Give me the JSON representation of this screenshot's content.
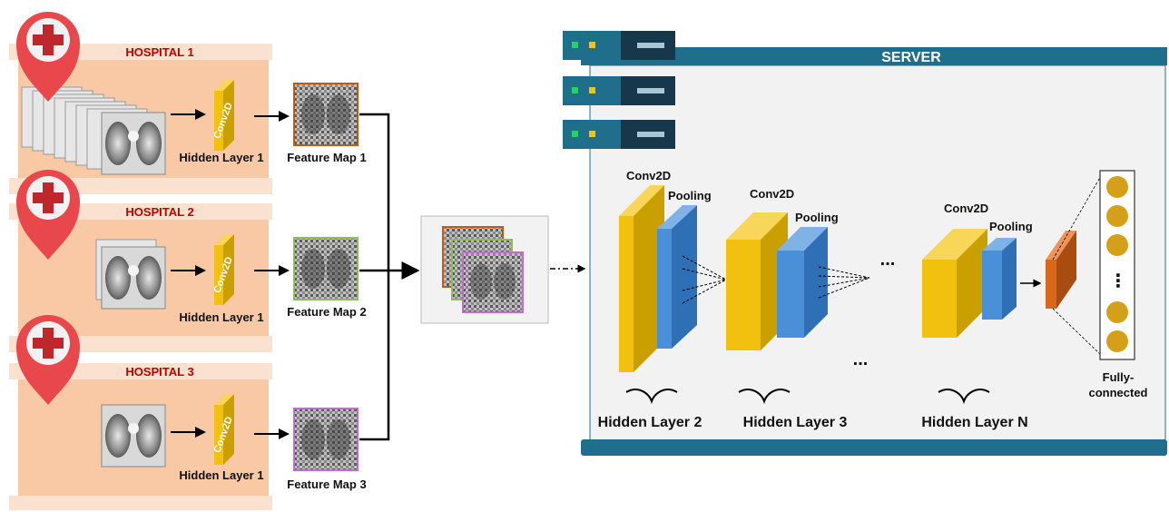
{
  "hospitals": [
    {
      "name": "HOSPITAL 1",
      "layer_label": "Hidden Layer 1",
      "conv_label": "Conv2D",
      "feature_label": "Feature Map 1"
    },
    {
      "name": "HOSPITAL 2",
      "layer_label": "Hidden Layer 1",
      "conv_label": "Conv2D",
      "feature_label": "Feature Map 2"
    },
    {
      "name": "HOSPITAL 3",
      "layer_label": "Hidden Layer 1",
      "conv_label": "Conv2D",
      "feature_label": "Feature Map 3"
    }
  ],
  "server": {
    "title": "SERVER",
    "blocks": [
      {
        "conv": "Conv2D",
        "pool": "Pooling",
        "label": "Hidden Layer 2"
      },
      {
        "conv": "Conv2D",
        "pool": "Pooling",
        "label": "Hidden Layer 3"
      },
      {
        "conv": "Conv2D",
        "pool": "Pooling",
        "label": "Hidden Layer N"
      }
    ],
    "ellipsis_top": "...",
    "ellipsis_bottom": "...",
    "fc_label_line1": "Fully-",
    "fc_label_line2": "connected",
    "fc_vertical_dots": "⋮"
  },
  "colors": {
    "hospital_band": "#f9c9a5",
    "hospital_strip": "#fbe1cf",
    "hospital_text": "#c00000",
    "pin": "#e8474b",
    "conv_yellow": "#f2c10f",
    "pool_blue": "#4a90d9",
    "server_teal": "#1f6e8c",
    "server_dark": "#16384a",
    "fm1": "#c65911",
    "fm2": "#8fbc5a",
    "fm3": "#c06bd6",
    "fc_orange": "#d9681d",
    "fc_node": "#d4a017"
  }
}
